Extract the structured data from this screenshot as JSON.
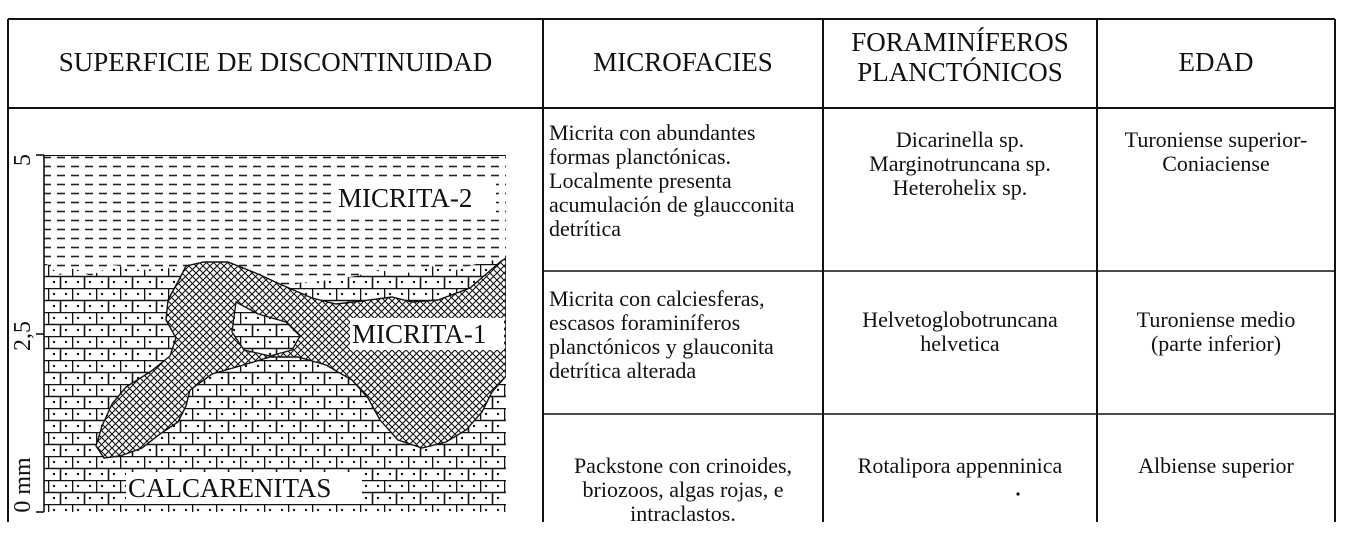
{
  "headers": {
    "col1": "SUPERFICIE DE DISCONTINUIDAD",
    "col2": "MICROFACIES",
    "col3_line1": "FORAMINÍFEROS",
    "col3_line2": "PLANCTÓNICOS",
    "col4": "EDAD"
  },
  "diagram": {
    "layers": {
      "top": "MICRITA-2",
      "middle": "MICRITA-1",
      "bottom": "CALCARENITAS"
    },
    "scale": {
      "top": "5",
      "mid": "2,5",
      "bottom": "0 mm"
    }
  },
  "rows": [
    {
      "microfacies": [
        "Micrita con abundantes",
        "formas planctónicas.",
        "Localmente presenta",
        "acumulación de glaucconita",
        "detrítica"
      ],
      "foraminiferos": [
        "Dicarinella sp.",
        "Marginotruncana sp.",
        "Heterohelix sp."
      ],
      "edad": [
        "Turoniense superior-",
        "Coniaciense"
      ]
    },
    {
      "microfacies": [
        "Micrita con calciesferas,",
        "escasos foraminíferos",
        "planctónicos y glauconita",
        "detrítica alterada"
      ],
      "foraminiferos": [
        "Helvetoglobotruncana",
        "helvetica"
      ],
      "edad": [
        "Turoniense medio",
        "(parte inferior)"
      ]
    },
    {
      "microfacies": [
        "Packstone con crinoides,",
        "briozoos, algas rojas, e",
        "intraclastos."
      ],
      "foraminiferos": [
        "Rotalipora appenninica"
      ],
      "edad": [
        "Albiense superior"
      ]
    }
  ]
}
